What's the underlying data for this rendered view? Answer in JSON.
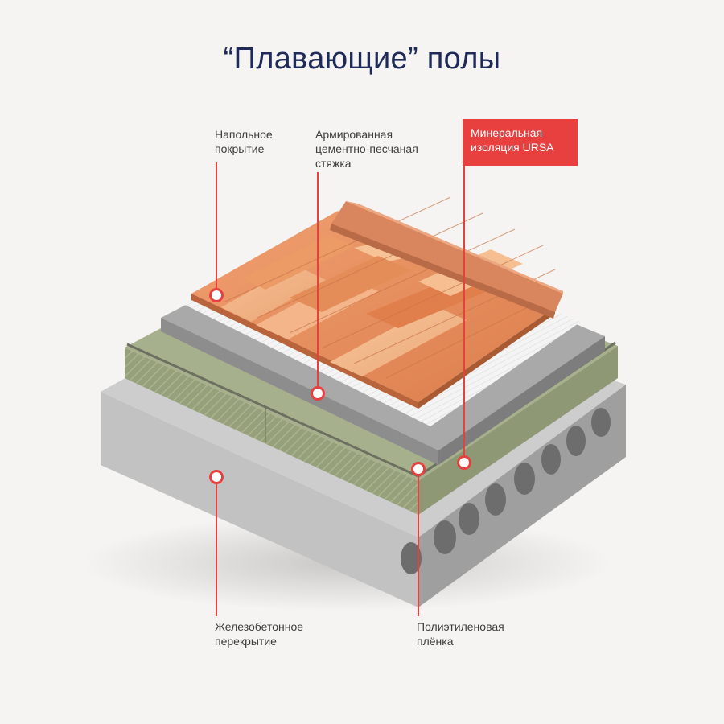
{
  "title": "“Плавающие” полы",
  "labels": {
    "floor_covering": "Напольное\nпокрытие",
    "screed": "Армированная\nцементно-песчаная\nстяжка",
    "mineral_insulation": "Минеральная\nизоляция URSA",
    "concrete_slab": "Железобетонное\nперекрытие",
    "polyethylene_film": "Полиэтиленовая\nплёнка"
  },
  "colors": {
    "accent": "#e8403f",
    "title": "#1e2a57",
    "background": "#f5f4f2",
    "concrete": "#b8b8b8",
    "insulation": "#9aa57f",
    "screed": "#a6a6a6",
    "film": "#f1f1f1",
    "parquet": "#e88f5c"
  }
}
